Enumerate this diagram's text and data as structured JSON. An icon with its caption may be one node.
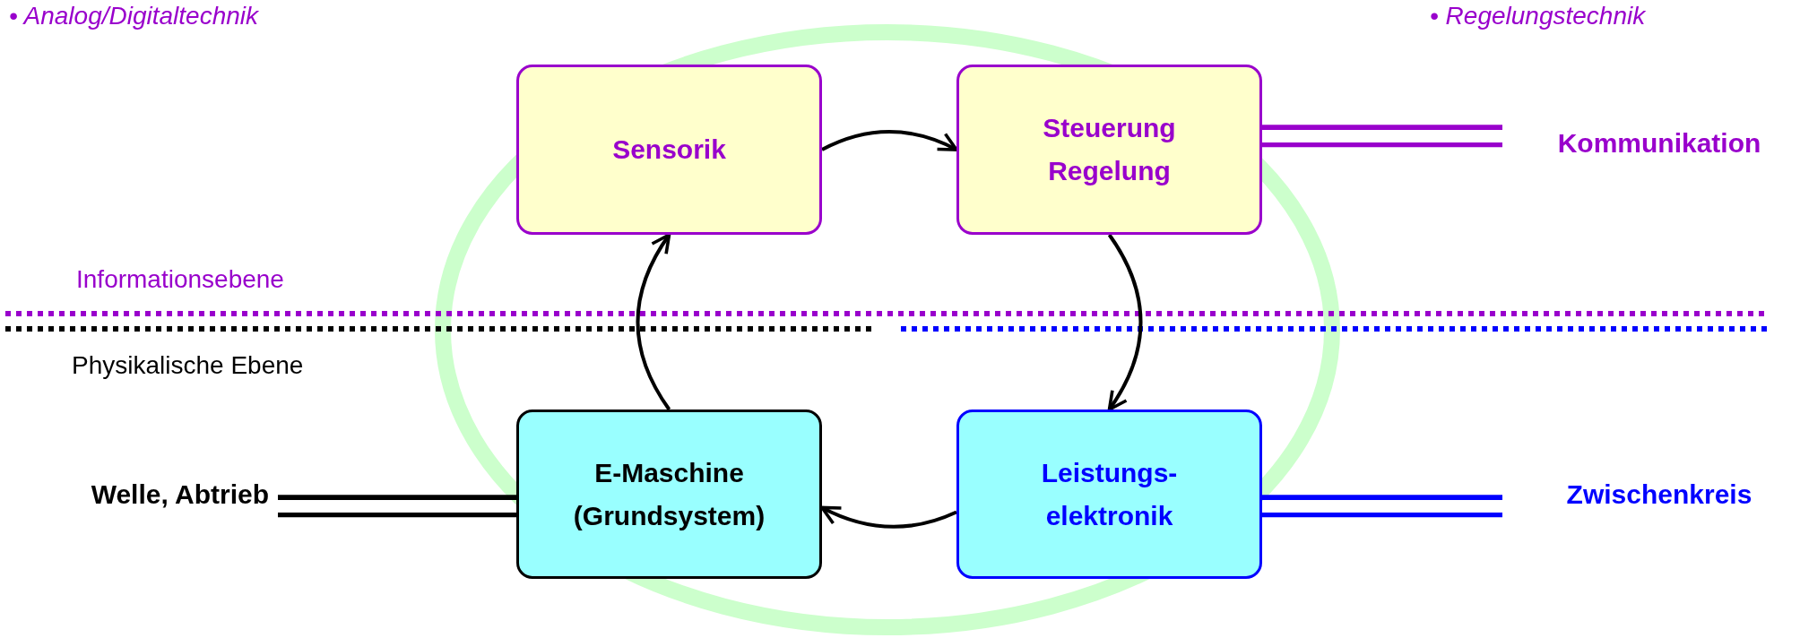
{
  "diagram": {
    "nodes": [
      {
        "text": [
          "Sensorik"
        ]
      },
      {
        "text": [
          "Steuerung Regelung"
        ]
      },
      {
        "text": [
          "E-Maschine (Grundsystem)"
        ]
      },
      {
        "text": [
          "Leistungs- elektronik"
        ]
      },
      {
        "text": [
          "Kommunikation"
        ]
      },
      {
        "text": [
          "Zwischenkreis"
        ]
      },
      {
        "text": [
          "Welle, Abtrieb"
        ]
      }
    ],
    "edges": [
      {
        "from": 0,
        "to": 1,
        "arrow": "to"
      },
      {
        "from": 1,
        "to": 3,
        "arrow": "to"
      },
      {
        "from": 3,
        "to": 2,
        "arrow": "to"
      },
      {
        "from": 2,
        "to": 0,
        "arrow": "to"
      },
      {
        "from": 1,
        "to": 4,
        "arrow": "none",
        "color": "#9900cc"
      },
      {
        "from": 3,
        "to": 5,
        "arrow": "none",
        "color": "#0000ff"
      },
      {
        "from": 6,
        "to": 2,
        "arrow": "none"
      }
    ],
    "labels": [
      "• Analog/Digitaltechnik",
      "• Regelungstechnik",
      "Informationsebene",
      "Physikalische Ebene"
    ]
  }
}
